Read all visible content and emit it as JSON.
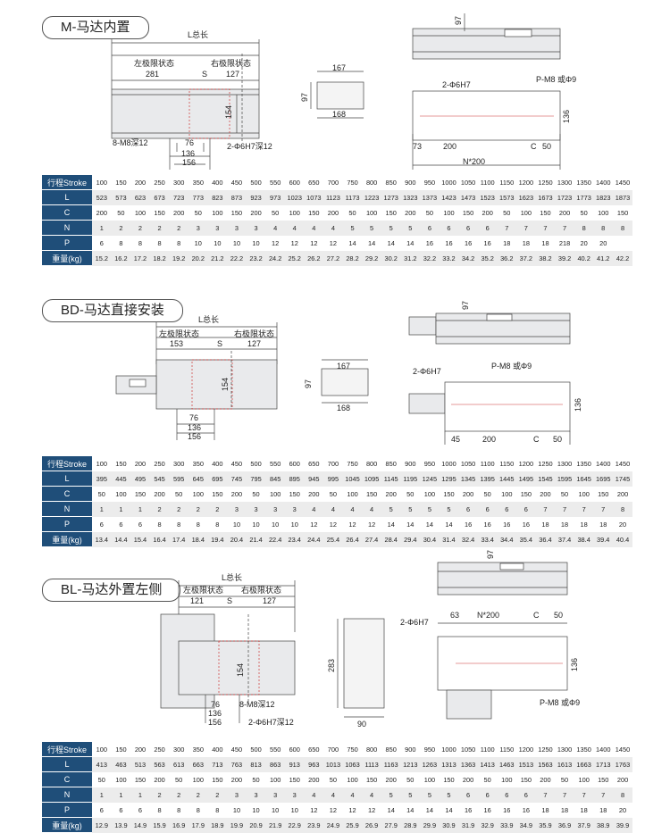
{
  "sections": [
    {
      "title": "M-马达内置",
      "drawing": {
        "total_length_label": "L总长",
        "left_limit_label": "左极限状态",
        "right_limit_label": "右极限状态",
        "left_limit_value": "281",
        "stroke_label": "S",
        "right_limit_value": "127",
        "height_154": "154",
        "bolts_label": "8-M8深12",
        "pin_label": "2-Φ6H7深12",
        "dim_76": "76",
        "dim_136": "136",
        "dim_156": "156",
        "side_167": "167",
        "side_97": "97",
        "side_168": "168",
        "top_97": "97",
        "bottom_pin_label": "2-Φ6H7",
        "bottom_hole_label": "P-M8 或Φ9",
        "bottom_136": "136",
        "bottom_73": "73",
        "bottom_200": "200",
        "bottom_c": "C",
        "bottom_50": "50",
        "bottom_n200": "N*200"
      },
      "table": {
        "rows": [
          {
            "label": "行程Stroke",
            "values": [
              "100",
              "150",
              "200",
              "250",
              "300",
              "350",
              "400",
              "450",
              "500",
              "550",
              "600",
              "650",
              "700",
              "750",
              "800",
              "850",
              "900",
              "950",
              "1000",
              "1050",
              "1100",
              "1150",
              "1200",
              "1250",
              "1300",
              "1350",
              "1400",
              "1450"
            ]
          },
          {
            "label": "L",
            "values": [
              "523",
              "573",
              "623",
              "673",
              "723",
              "773",
              "823",
              "873",
              "923",
              "973",
              "1023",
              "1073",
              "1123",
              "1173",
              "1223",
              "1273",
              "1323",
              "1373",
              "1423",
              "1473",
              "1523",
              "1573",
              "1623",
              "1673",
              "1723",
              "1773",
              "1823",
              "1873"
            ]
          },
          {
            "label": "C",
            "values": [
              "200",
              "50",
              "100",
              "150",
              "200",
              "50",
              "100",
              "150",
              "200",
              "50",
              "100",
              "150",
              "200",
              "50",
              "100",
              "150",
              "200",
              "50",
              "100",
              "150",
              "200",
              "50",
              "100",
              "150",
              "200",
              "50",
              "100",
              "150"
            ]
          },
          {
            "label": "N",
            "values": [
              "1",
              "2",
              "2",
              "2",
              "2",
              "3",
              "3",
              "3",
              "3",
              "4",
              "4",
              "4",
              "4",
              "5",
              "5",
              "5",
              "5",
              "6",
              "6",
              "6",
              "6",
              "7",
              "7",
              "7",
              "7",
              "8",
              "8",
              "8"
            ]
          },
          {
            "label": "P",
            "values": [
              "6",
              "8",
              "8",
              "8",
              "8",
              "10",
              "10",
              "10",
              "10",
              "12",
              "12",
              "12",
              "12",
              "14",
              "14",
              "14",
              "14",
              "16",
              "16",
              "16",
              "16",
              "18",
              "18",
              "18",
              "218",
              "20",
              "20",
              ""
            ]
          },
          {
            "label": "重量(kg)",
            "values": [
              "15.2",
              "16.2",
              "17.2",
              "18.2",
              "19.2",
              "20.2",
              "21.2",
              "22.2",
              "23.2",
              "24.2",
              "25.2",
              "26.2",
              "27.2",
              "28.2",
              "29.2",
              "30.2",
              "31.2",
              "32.2",
              "33.2",
              "34.2",
              "35.2",
              "36.2",
              "37.2",
              "38.2",
              "39.2",
              "40.2",
              "41.2",
              "42.2"
            ]
          }
        ]
      }
    },
    {
      "title": "BD-马达直接安装",
      "drawing": {
        "total_length_label": "L总长",
        "left_limit_label": "左极限状态",
        "right_limit_label": "右极限状态",
        "left_limit_value": "153",
        "stroke_label": "S",
        "right_limit_value": "127",
        "height_154": "154",
        "dim_76": "76",
        "dim_136": "136",
        "dim_156": "156",
        "side_167": "167",
        "side_97": "97",
        "side_168": "168",
        "top_97": "97",
        "bottom_pin_label": "2-Φ6H7",
        "bottom_hole_label": "P-M8 或Φ9",
        "bottom_136": "136",
        "bottom_45": "45",
        "bottom_200": "200",
        "bottom_c": "C",
        "bottom_50": "50"
      },
      "table": {
        "rows": [
          {
            "label": "行程Stroke",
            "values": [
              "100",
              "150",
              "200",
              "250",
              "300",
              "350",
              "400",
              "450",
              "500",
              "550",
              "600",
              "650",
              "700",
              "750",
              "800",
              "850",
              "900",
              "950",
              "1000",
              "1050",
              "1100",
              "1150",
              "1200",
              "1250",
              "1300",
              "1350",
              "1400",
              "1450"
            ]
          },
          {
            "label": "L",
            "values": [
              "395",
              "445",
              "495",
              "545",
              "595",
              "645",
              "695",
              "745",
              "795",
              "845",
              "895",
              "945",
              "995",
              "1045",
              "1095",
              "1145",
              "1195",
              "1245",
              "1295",
              "1345",
              "1395",
              "1445",
              "1495",
              "1545",
              "1595",
              "1645",
              "1695",
              "1745"
            ]
          },
          {
            "label": "C",
            "values": [
              "50",
              "100",
              "150",
              "200",
              "50",
              "100",
              "150",
              "200",
              "50",
              "100",
              "150",
              "200",
              "50",
              "100",
              "150",
              "200",
              "50",
              "100",
              "150",
              "200",
              "50",
              "100",
              "150",
              "200",
              "50",
              "100",
              "150",
              "200"
            ]
          },
          {
            "label": "N",
            "values": [
              "1",
              "1",
              "1",
              "2",
              "2",
              "2",
              "2",
              "3",
              "3",
              "3",
              "3",
              "4",
              "4",
              "4",
              "4",
              "5",
              "5",
              "5",
              "5",
              "6",
              "6",
              "6",
              "6",
              "7",
              "7",
              "7",
              "7",
              "8"
            ]
          },
          {
            "label": "P",
            "values": [
              "6",
              "6",
              "6",
              "8",
              "8",
              "8",
              "8",
              "10",
              "10",
              "10",
              "10",
              "12",
              "12",
              "12",
              "12",
              "14",
              "14",
              "14",
              "14",
              "16",
              "16",
              "16",
              "16",
              "18",
              "18",
              "18",
              "18",
              "20"
            ]
          },
          {
            "label": "重量(kg)",
            "values": [
              "13.4",
              "14.4",
              "15.4",
              "16.4",
              "17.4",
              "18.4",
              "19.4",
              "20.4",
              "21.4",
              "22.4",
              "23.4",
              "24.4",
              "25.4",
              "26.4",
              "27.4",
              "28.4",
              "29.4",
              "30.4",
              "31.4",
              "32.4",
              "33.4",
              "34.4",
              "35.4",
              "36.4",
              "37.4",
              "38.4",
              "39.4",
              "40.4"
            ]
          }
        ]
      }
    },
    {
      "title": "BL-马达外置左侧",
      "drawing": {
        "total_length_label": "L总长",
        "left_limit_label": "左极限状态",
        "right_limit_label": "右极限状态",
        "left_limit_value": "121",
        "stroke_label": "S",
        "right_limit_value": "127",
        "height_154": "154",
        "bolts_label": "8-M8深12",
        "pin_label": "2-Φ6H7深12",
        "dim_76": "76",
        "dim_136": "136",
        "dim_156": "156",
        "side_283": "283",
        "side_90": "90",
        "top_97": "97",
        "bottom_pin_label": "2-Φ6H7",
        "bottom_hole_label": "P-M8 或Φ9",
        "bottom_136": "136",
        "bottom_63": "63",
        "bottom_n200": "N*200",
        "bottom_c": "C",
        "bottom_50": "50"
      },
      "table": {
        "rows": [
          {
            "label": "行程Stroke",
            "values": [
              "100",
              "150",
              "200",
              "250",
              "300",
              "350",
              "400",
              "450",
              "500",
              "550",
              "600",
              "650",
              "700",
              "750",
              "800",
              "850",
              "900",
              "950",
              "1000",
              "1050",
              "1100",
              "1150",
              "1200",
              "1250",
              "1300",
              "1350",
              "1400",
              "1450"
            ]
          },
          {
            "label": "L",
            "values": [
              "413",
              "463",
              "513",
              "563",
              "613",
              "663",
              "713",
              "763",
              "813",
              "863",
              "913",
              "963",
              "1013",
              "1063",
              "1113",
              "1163",
              "1213",
              "1263",
              "1313",
              "1363",
              "1413",
              "1463",
              "1513",
              "1563",
              "1613",
              "1663",
              "1713",
              "1763"
            ]
          },
          {
            "label": "C",
            "values": [
              "50",
              "100",
              "150",
              "200",
              "50",
              "100",
              "150",
              "200",
              "50",
              "100",
              "150",
              "200",
              "50",
              "100",
              "150",
              "200",
              "50",
              "100",
              "150",
              "200",
              "50",
              "100",
              "150",
              "200",
              "50",
              "100",
              "150",
              "200"
            ]
          },
          {
            "label": "N",
            "values": [
              "1",
              "1",
              "1",
              "2",
              "2",
              "2",
              "2",
              "3",
              "3",
              "3",
              "3",
              "4",
              "4",
              "4",
              "4",
              "5",
              "5",
              "5",
              "5",
              "6",
              "6",
              "6",
              "6",
              "7",
              "7",
              "7",
              "7",
              "8"
            ]
          },
          {
            "label": "P",
            "values": [
              "6",
              "6",
              "6",
              "8",
              "8",
              "8",
              "8",
              "10",
              "10",
              "10",
              "10",
              "12",
              "12",
              "12",
              "12",
              "14",
              "14",
              "14",
              "14",
              "16",
              "16",
              "16",
              "16",
              "18",
              "18",
              "18",
              "18",
              "20"
            ]
          },
          {
            "label": "重量(kg)",
            "values": [
              "12.9",
              "13.9",
              "14.9",
              "15.9",
              "16.9",
              "17.9",
              "18.9",
              "19.9",
              "20.9",
              "21.9",
              "22.9",
              "23.9",
              "24.9",
              "25.9",
              "26.9",
              "27.9",
              "28.9",
              "29.9",
              "30.9",
              "31.9",
              "32.9",
              "33.9",
              "34.9",
              "35.9",
              "36.9",
              "37.9",
              "38.9",
              "39.9"
            ]
          }
        ]
      }
    }
  ]
}
